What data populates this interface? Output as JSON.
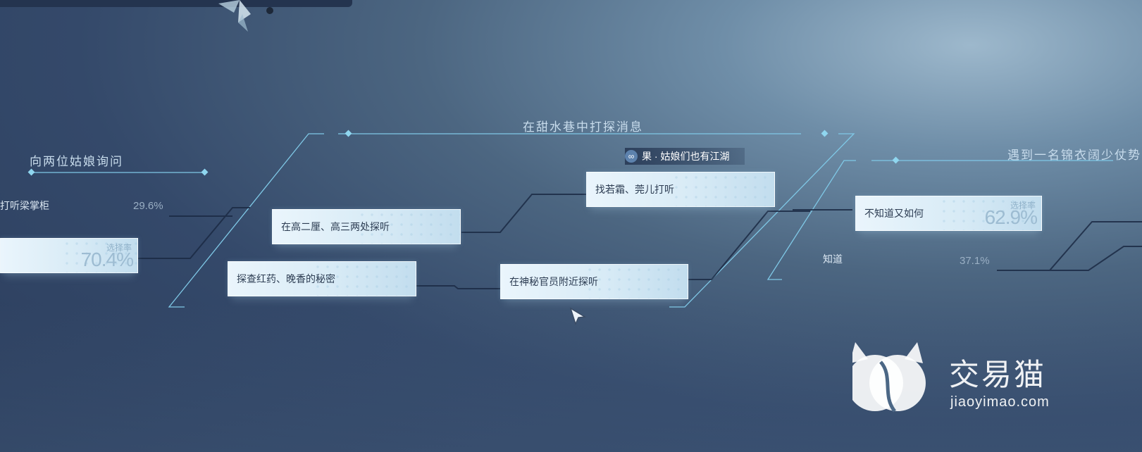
{
  "sections": [
    {
      "title": "向两位姑娘询问"
    },
    {
      "title": "在甜水巷中打探消息"
    },
    {
      "title": "遇到一名锦衣阔少仗势"
    }
  ],
  "left_branch": {
    "unselected_label": "打听梁掌柜",
    "unselected_pct": "29.6%",
    "selected_caption": "选择率",
    "selected_pct": "70.4%"
  },
  "middle_branch": {
    "options": [
      {
        "label": "在高二厘、高三两处探听"
      },
      {
        "label": "探查红药、晚香的秘密"
      },
      {
        "label": "找若霜、莞儿打听"
      },
      {
        "label": "在神秘官员附近探听"
      }
    ],
    "ending_tag": {
      "icon": "link-icon",
      "text": "果 · 姑娘们也有江湖"
    }
  },
  "right_branch": {
    "selected_label": "不知道又如何",
    "selected_caption": "选择率",
    "selected_pct": "62.9%",
    "unselected_label": "知道",
    "unselected_pct": "37.1%"
  },
  "watermark": {
    "title": "交易猫",
    "url": "jiaoyimao.com",
    "icon": "cat-logo-icon"
  },
  "colors": {
    "accent_line": "#7fc8e6",
    "card_bg": "#e3f1fa",
    "card_text": "#2c3c52",
    "rate_text": "#9dbcd2"
  }
}
